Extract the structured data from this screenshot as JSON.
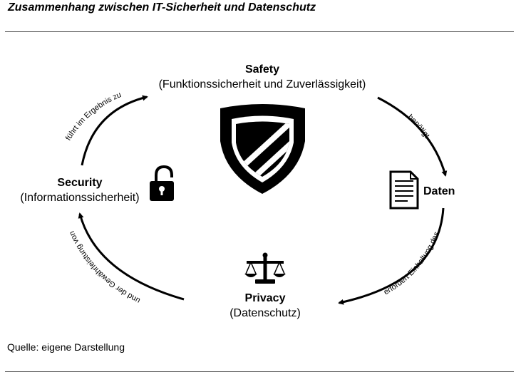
{
  "header": {
    "title": "Zusammenhang zwischen IT-Sicherheit und Datenschutz"
  },
  "nodes": {
    "safety": {
      "name": "Safety",
      "desc": "(Funktionssicherheit und Zuverlässigkeit)"
    },
    "daten": {
      "name": "Daten"
    },
    "privacy": {
      "name": "Privacy",
      "desc": "(Datenschutz)"
    },
    "security": {
      "name": "Security",
      "desc": "(Informationssicherheit)"
    }
  },
  "edges": {
    "safety_daten": "benötigt",
    "daten_privacy": "erfordert Einhaltung des",
    "privacy_security": "und der Gewährleistung von",
    "security_safety": "führt im Ergebnis zu"
  },
  "icons": {
    "safety": "shield-icon",
    "daten": "document-icon",
    "privacy": "scales-icon",
    "security": "open-lock-icon"
  },
  "footer": {
    "source": "Quelle: eigene Darstellung"
  }
}
